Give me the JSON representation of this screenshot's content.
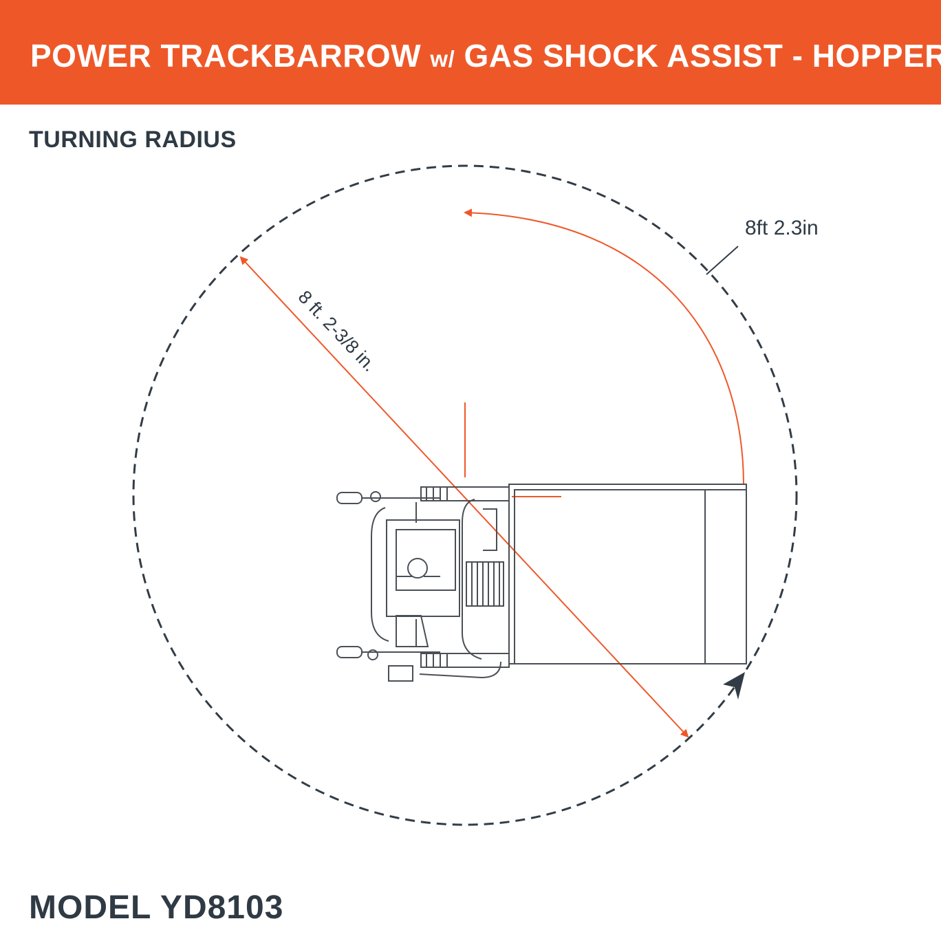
{
  "header": {
    "title_main_1": "POWER TRACKBARROW ",
    "title_small": "w/",
    "title_main_2": " GAS SHOCK ASSIST - HOPPER",
    "background_color": "#ee5829"
  },
  "section": {
    "title": "TURNING RADIUS"
  },
  "diagram": {
    "outer_label": "8ft 2.3in",
    "radius_label": "8 ft. 2-3/8 in.",
    "accent_color": "#ee5829",
    "line_color": "#323c46"
  },
  "footer": {
    "model": "MODEL YD8103"
  }
}
